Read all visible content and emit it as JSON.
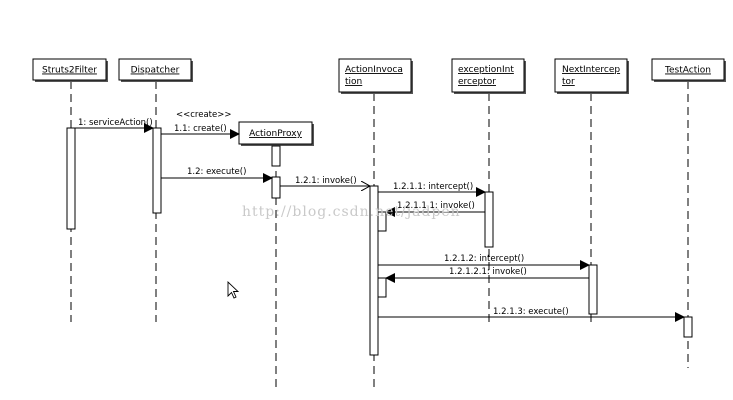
{
  "participants": [
    {
      "id": "struts2filter",
      "lines": [
        "Struts2Filter"
      ]
    },
    {
      "id": "dispatcher",
      "lines": [
        "Dispatcher"
      ]
    },
    {
      "id": "actionproxy",
      "lines": [
        "ActionProxy"
      ]
    },
    {
      "id": "actioninvocation",
      "lines": [
        "ActionInvoca",
        "tion"
      ]
    },
    {
      "id": "exceptioninterceptor",
      "lines": [
        "exceptionInt",
        "erceptor"
      ]
    },
    {
      "id": "nextinterceptor",
      "lines": [
        "NextIntercep",
        "tor"
      ]
    },
    {
      "id": "testaction",
      "lines": [
        "TestAction"
      ]
    }
  ],
  "stereotype": "<<create>>",
  "messages": [
    {
      "id": "m1",
      "label": "1: serviceAction()"
    },
    {
      "id": "m2",
      "label": "1.1: create()"
    },
    {
      "id": "m3",
      "label": "1.2: execute()"
    },
    {
      "id": "m4",
      "label": "1.2.1: invoke()"
    },
    {
      "id": "m5",
      "label": "1.2.1.1: intercept()"
    },
    {
      "id": "m6",
      "label": "1.2.1.1.1: invoke()"
    },
    {
      "id": "m7",
      "label": "1.2.1.2: intercept()"
    },
    {
      "id": "m8",
      "label": "1.2.1.2.1: invoke()"
    },
    {
      "id": "m9",
      "label": "1.2.1.3: execute()"
    }
  ],
  "watermark": "http://blog.csdn.net/jadpen"
}
